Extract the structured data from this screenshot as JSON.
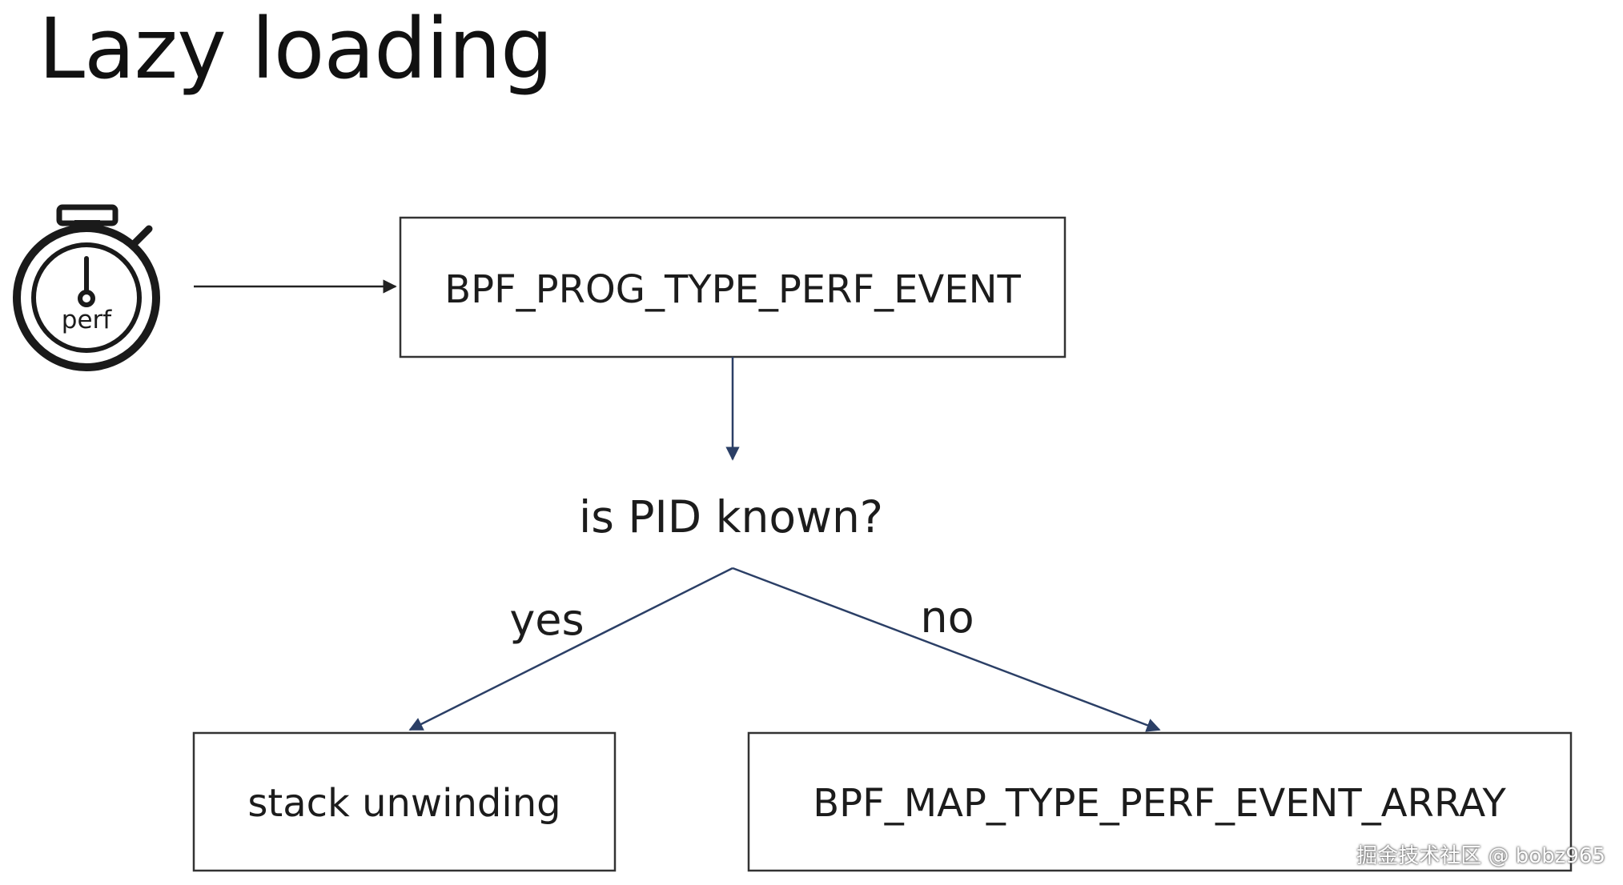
{
  "title": "Lazy loading",
  "icon": {
    "name": "stopwatch-icon",
    "label": "perf"
  },
  "nodes": {
    "perf_event_program": "BPF_PROG_TYPE_PERF_EVENT",
    "decision": "is PID known?",
    "yes_target": "stack unwinding",
    "no_target": "BPF_MAP_TYPE_PERF_EVENT_ARRAY"
  },
  "branches": {
    "yes": "yes",
    "no": "no"
  },
  "watermark": "掘金技术社区 @ bobz965",
  "colors": {
    "box_border": "#333333",
    "arrow": "#2b3f66",
    "text": "#1c1c1c"
  }
}
